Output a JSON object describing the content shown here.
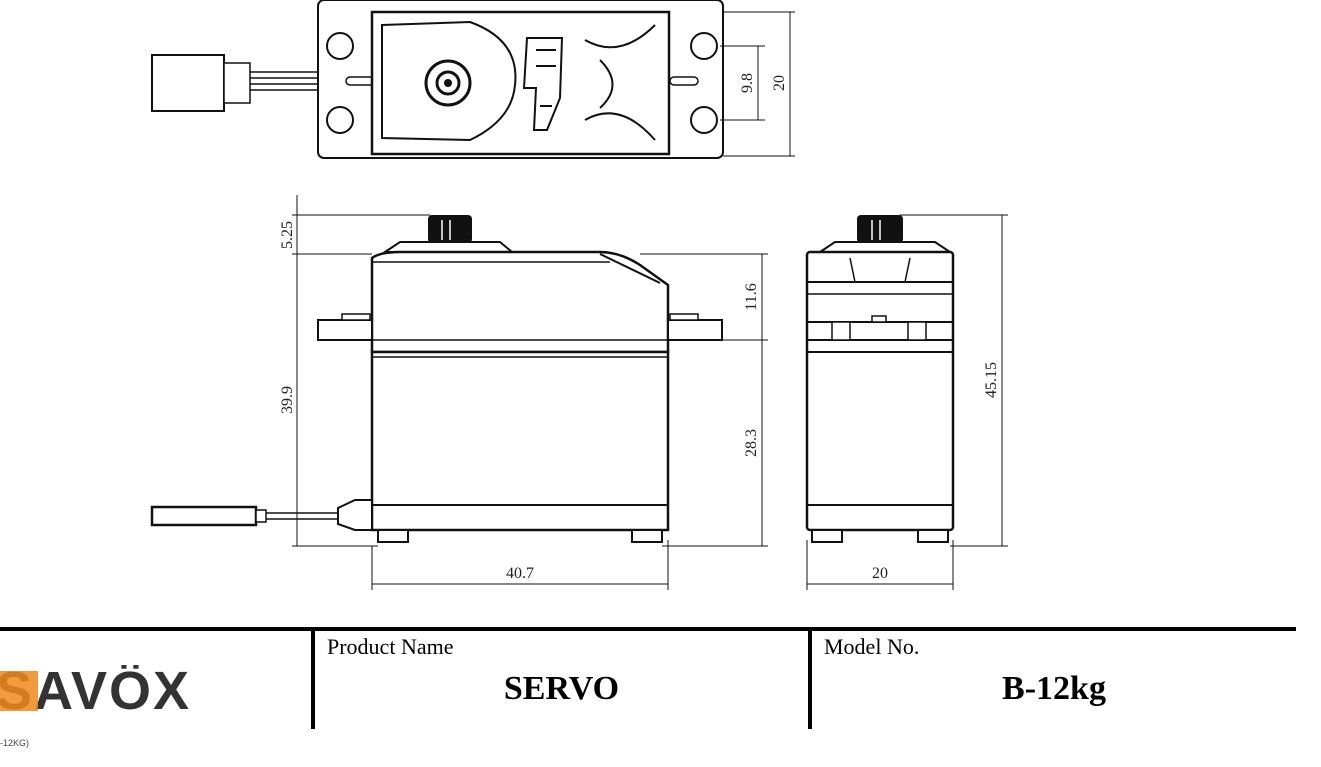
{
  "drawing": {
    "dimensions": {
      "top_view_hole_spacing": "9.8",
      "top_view_height": "20",
      "shaft_height": "5.25",
      "upper_body_height": "11.6",
      "total_height_from_tab": "39.9",
      "lower_body_height": "28.3",
      "total_height": "45.15",
      "body_length": "40.7",
      "body_width": "20"
    }
  },
  "title_block": {
    "brand": "SAVÖX",
    "product_name_label": "Product Name",
    "product_name_value": "SERVO",
    "model_label": "Model No.",
    "model_value": "B-12kg"
  },
  "footer_note": "-12KG)",
  "colors": {
    "brand_accent": "#f08a1c",
    "brand_dark": "#333333"
  }
}
